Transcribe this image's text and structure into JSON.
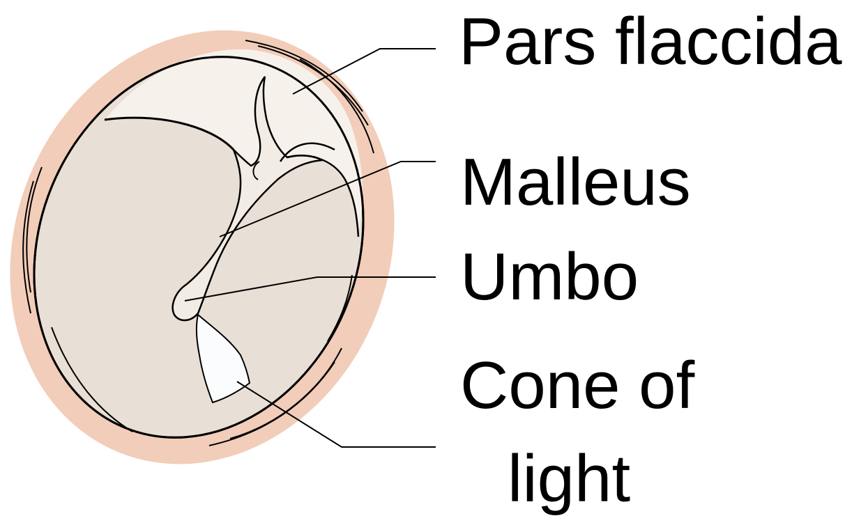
{
  "colors": {
    "outer_ring": "#f2cdb9",
    "pars_flaccida": "#f6f1eb",
    "pars_tensa": "#e8dfd6",
    "malleus": "#f3ece5",
    "cone_of_light": "#fbfcfd",
    "outline": "#000000",
    "leader": "#000000"
  },
  "labels": {
    "pars_flaccida": "Pars flaccida",
    "malleus": "Malleus",
    "umbo": "Umbo",
    "cone_of_light_line1": "Cone of",
    "cone_of_light_line2": "light"
  }
}
